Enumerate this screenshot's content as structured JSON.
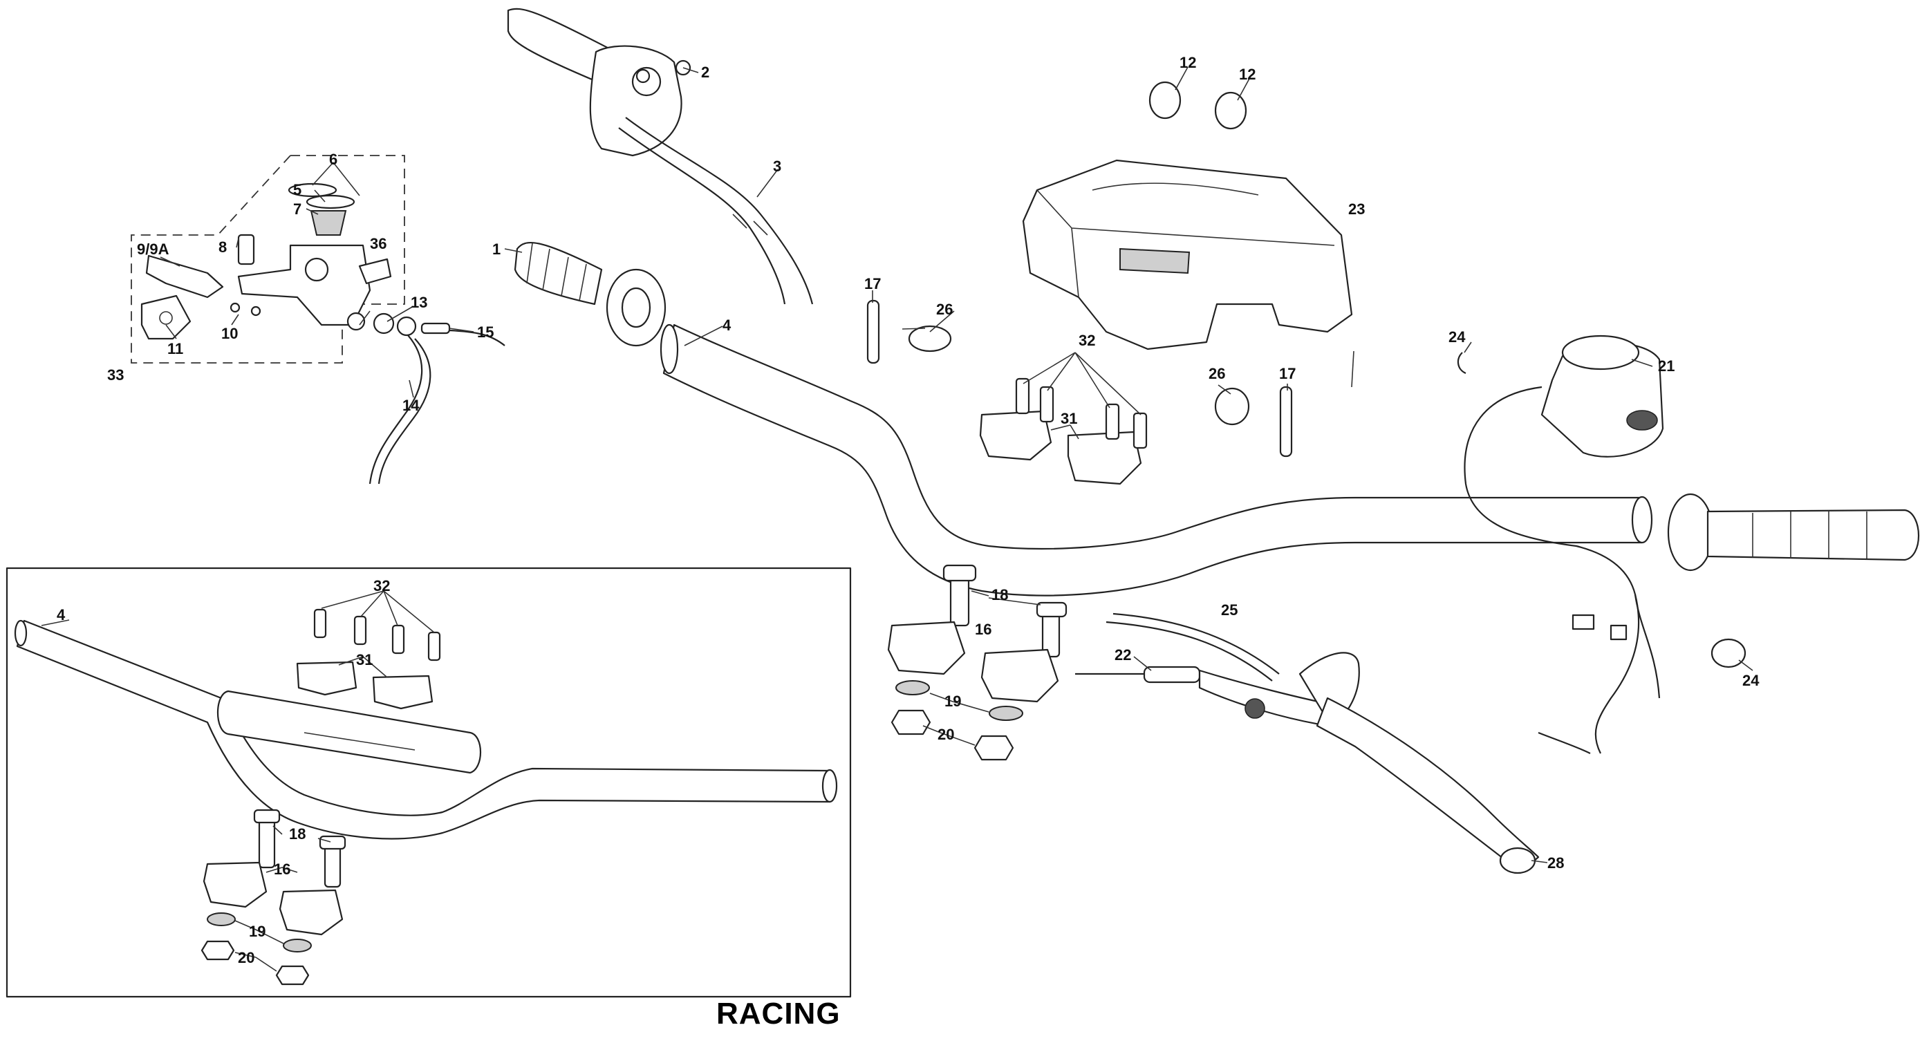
{
  "caption": "RACING",
  "callouts": [
    "1",
    "2",
    "3",
    "4",
    "5",
    "6",
    "7",
    "8",
    "9/9A",
    "10",
    "11",
    "12",
    "13",
    "14",
    "15",
    "16",
    "17",
    "18",
    "19",
    "20",
    "21",
    "22",
    "23",
    "24",
    "25",
    "26",
    "28",
    "31",
    "32",
    "33",
    "36"
  ],
  "inset": {
    "callouts": [
      "4",
      "32",
      "31",
      "18",
      "16",
      "19",
      "20"
    ]
  }
}
